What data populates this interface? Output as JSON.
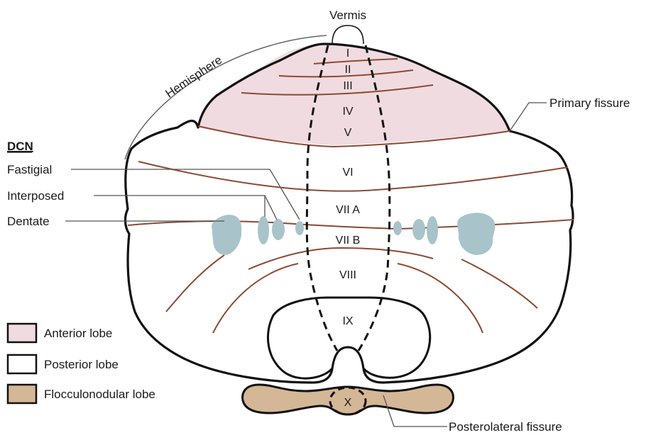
{
  "labels": {
    "vermis": "Vermis",
    "hemisphere": "Hemisphere",
    "primary_fissure": "Primary fissure",
    "posterolateral_fissure": "Posterolateral fissure"
  },
  "dcn": {
    "header": "DCN",
    "fastigial": "Fastigial",
    "interposed": "Interposed",
    "dentate": "Dentate"
  },
  "lobules": [
    "I",
    "II",
    "III",
    "IV",
    "V",
    "VI",
    "VII A",
    "VII B",
    "VIII",
    "IX",
    "X"
  ],
  "legend": [
    {
      "label": "Anterior lobe",
      "color": "#f0dbe0"
    },
    {
      "label": "Posterior lobe",
      "color": "#ffffff"
    },
    {
      "label": "Flocculonodular lobe",
      "color": "#d4b796"
    }
  ],
  "colors": {
    "outline": "#111111",
    "fissure": "#8b4a32",
    "nuclei": "#a9c3cb",
    "leader": "#555555"
  }
}
